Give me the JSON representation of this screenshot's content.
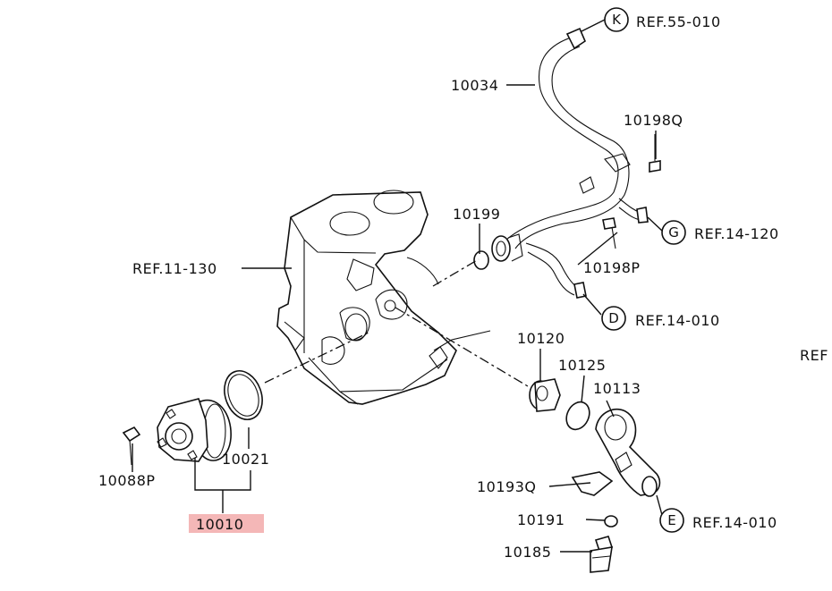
{
  "labels": {
    "l10034": "10034",
    "l10198Q": "10198Q",
    "l10199": "10199",
    "l10198P": "10198P",
    "lref11130": "REF.11-130",
    "l10120": "10120",
    "l10125": "10125",
    "l10113": "10113",
    "l10021": "10021",
    "l10088P": "10088P",
    "l10010": "10010",
    "l10193Q": "10193Q",
    "l10191": "10191",
    "l10185": "10185",
    "ref_partial": "REF"
  },
  "callouts": [
    {
      "letter": "K",
      "ref": "REF.55-010"
    },
    {
      "letter": "G",
      "ref": "REF.14-120"
    },
    {
      "letter": "D",
      "ref": "REF.14-010"
    },
    {
      "letter": "E",
      "ref": "REF.14-010"
    }
  ],
  "colors": {
    "highlight": "#f4b7b7",
    "ink": "#111111",
    "background": "#ffffff"
  }
}
